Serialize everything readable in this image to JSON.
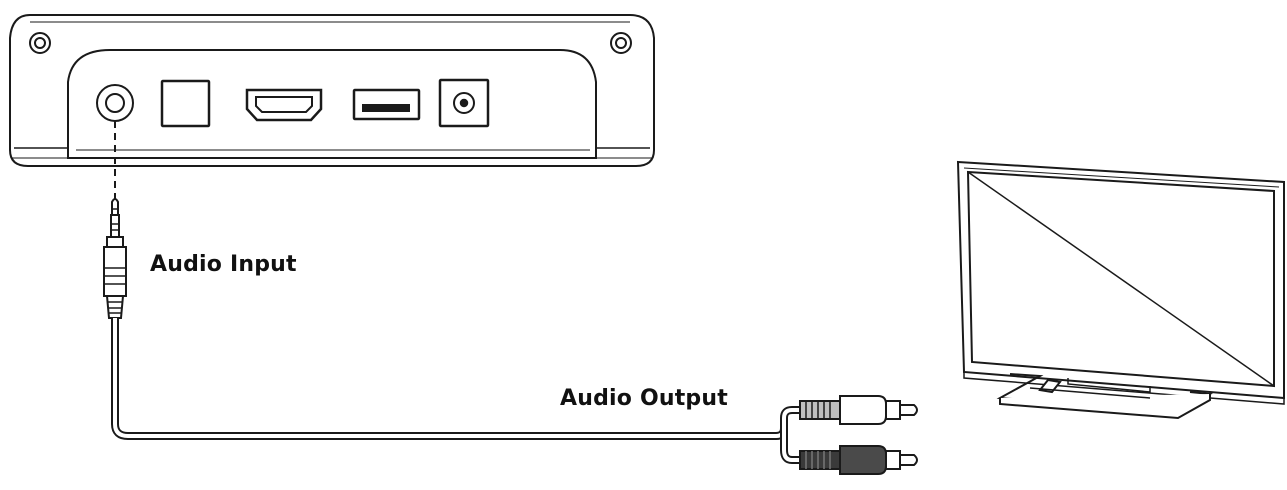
{
  "diagram": {
    "labels": {
      "audio_input": "Audio Input",
      "audio_output": "Audio Output"
    },
    "colors": {
      "stroke": "#1a1a1a",
      "fill": "#ffffff",
      "dark_plug": "#3a3a3a",
      "light_plug": "#bfbfbf"
    },
    "ports": [
      "3.5mm-audio-port",
      "optical-port",
      "hdmi-port",
      "usb-port",
      "dc-power-port"
    ]
  }
}
